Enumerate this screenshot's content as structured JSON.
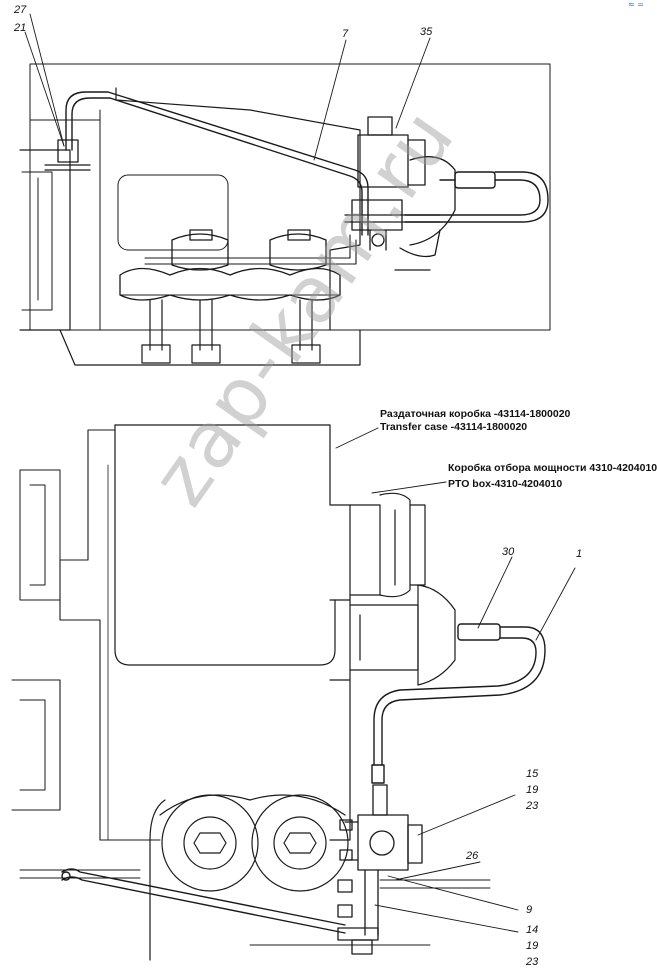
{
  "labels": {
    "top": {
      "l27": "27",
      "l21": "21",
      "l7": "7",
      "l35": "35"
    },
    "bottom": {
      "l30": "30",
      "l1": "1",
      "l15": "15",
      "l19a": "19",
      "l23a": "23",
      "l26": "26",
      "l9": "9",
      "l14": "14",
      "l19b": "19",
      "l23b": "23"
    }
  },
  "captions": {
    "transfer_case_ru": "Раздаточная коробка -43114-1800020",
    "transfer_case_en": "Transfer case -43114-1800020",
    "pto_ru": "Коробка отбора мощности 4310-4204010",
    "pto_en": "PTO box-4310-4204010"
  },
  "watermark": "zap-kam.ru",
  "corner_mark": "≈ ="
}
